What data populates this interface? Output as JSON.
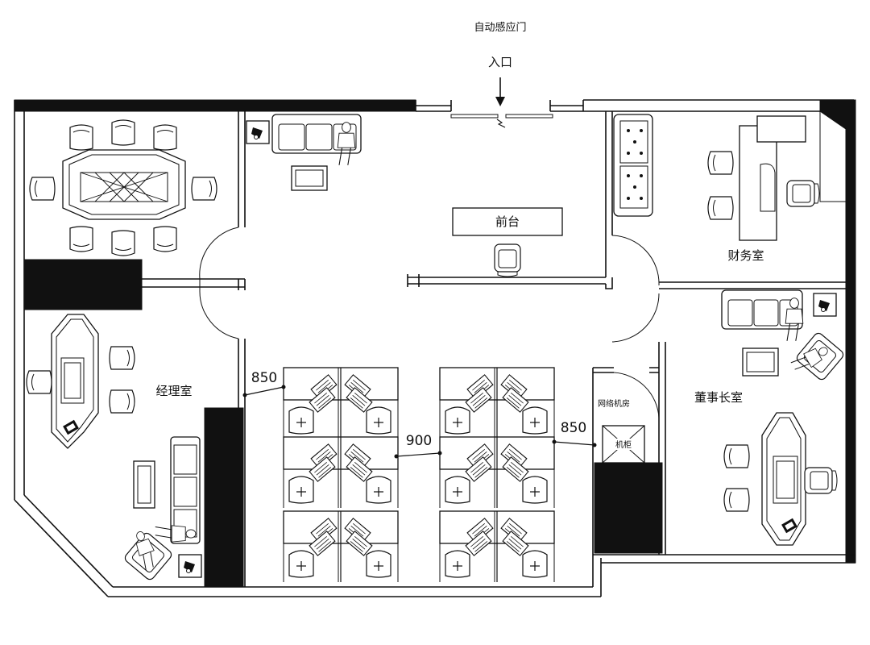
{
  "labels": {
    "auto_door": "自动感应门",
    "entrance": "入口",
    "reception": "前台",
    "finance_room": "财务室",
    "manager_room": "经理室",
    "chairman_room": "董事长室",
    "server_room": "网络机房",
    "cabinet": "机柜"
  },
  "dimensions": {
    "left_aisle": "850",
    "middle_aisle": "900",
    "right_aisle": "850"
  },
  "colors": {
    "line": "#111111",
    "background": "#ffffff"
  }
}
